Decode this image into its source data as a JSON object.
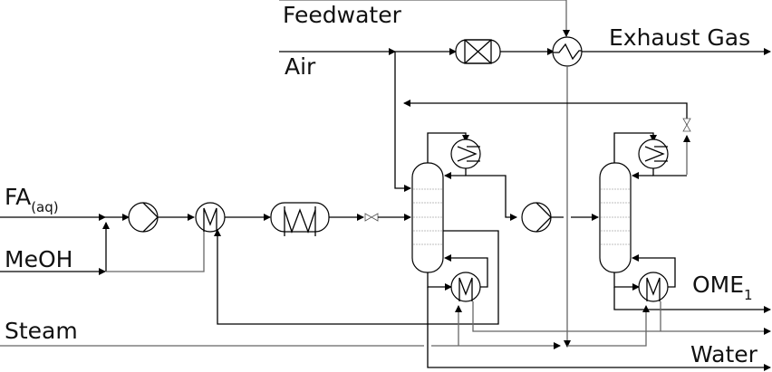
{
  "diagram": {
    "title": "OME1 production process flowsheet",
    "streams": {
      "feedwater": "Feedwater",
      "air": "Air",
      "exhaust_gas": "Exhaust Gas",
      "fa_main": "FA",
      "fa_sub": "(aq)",
      "meoh": "MeOH",
      "steam": "Steam",
      "ome_main": "OME",
      "ome_sub": "1",
      "water": "Water"
    },
    "equipment": [
      "feed-pump",
      "feed-preheater",
      "reactor",
      "throttle-valve",
      "column-1",
      "condenser-1",
      "reboiler-1",
      "transfer-pump",
      "column-2",
      "condenser-2",
      "reboiler-2",
      "recycle-valve",
      "catalytic-combustor",
      "waste-heat-boiler"
    ]
  }
}
